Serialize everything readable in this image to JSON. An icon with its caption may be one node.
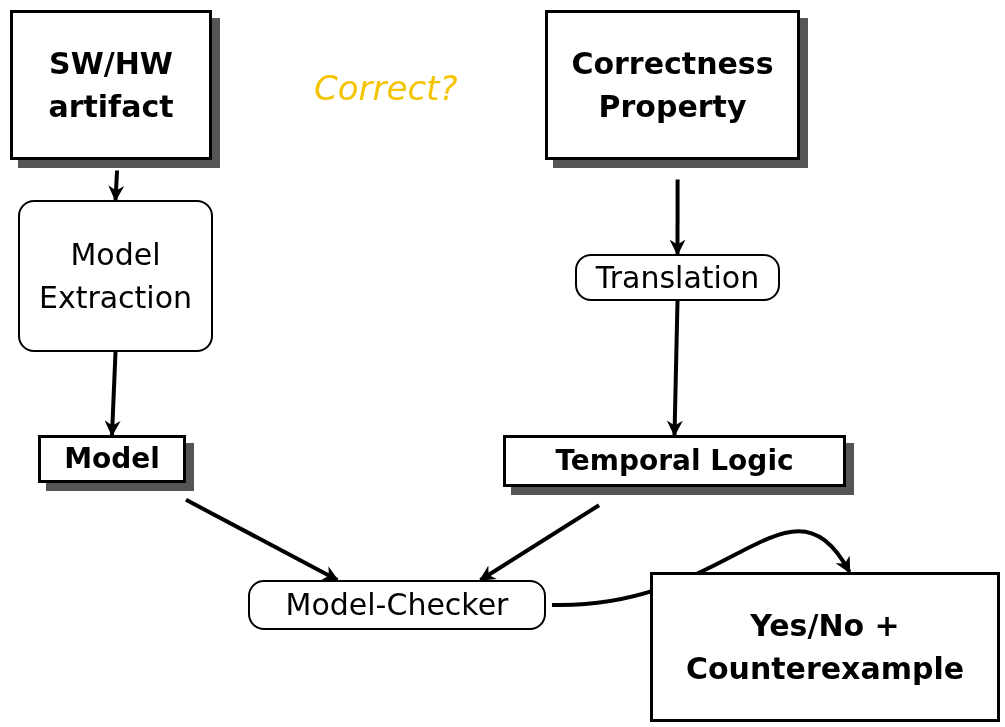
{
  "diagram": {
    "nodes": [
      {
        "text": [
          "SW/HW artifact"
        ]
      },
      {
        "text": [
          "Correctness Property"
        ]
      },
      {
        "text": [
          "Model Extraction"
        ]
      },
      {
        "text": [
          "Translation"
        ]
      },
      {
        "text": [
          "Model"
        ]
      },
      {
        "text": [
          "Temporal Logic"
        ]
      },
      {
        "text": [
          "Model-Checker"
        ]
      },
      {
        "text": [
          "Yes/No + Counterexample"
        ]
      }
    ],
    "edges": [
      {
        "from": 0,
        "to": 2,
        "arrow": "to"
      },
      {
        "from": 2,
        "to": 4,
        "arrow": "to"
      },
      {
        "from": 1,
        "to": 3,
        "arrow": "to"
      },
      {
        "from": 3,
        "to": 5,
        "arrow": "to"
      },
      {
        "from": 4,
        "to": 6,
        "arrow": "to"
      },
      {
        "from": 5,
        "to": 6,
        "arrow": "to"
      },
      {
        "from": 6,
        "to": 7,
        "arrow": "to"
      }
    ],
    "labels": [
      "Correct?"
    ]
  }
}
